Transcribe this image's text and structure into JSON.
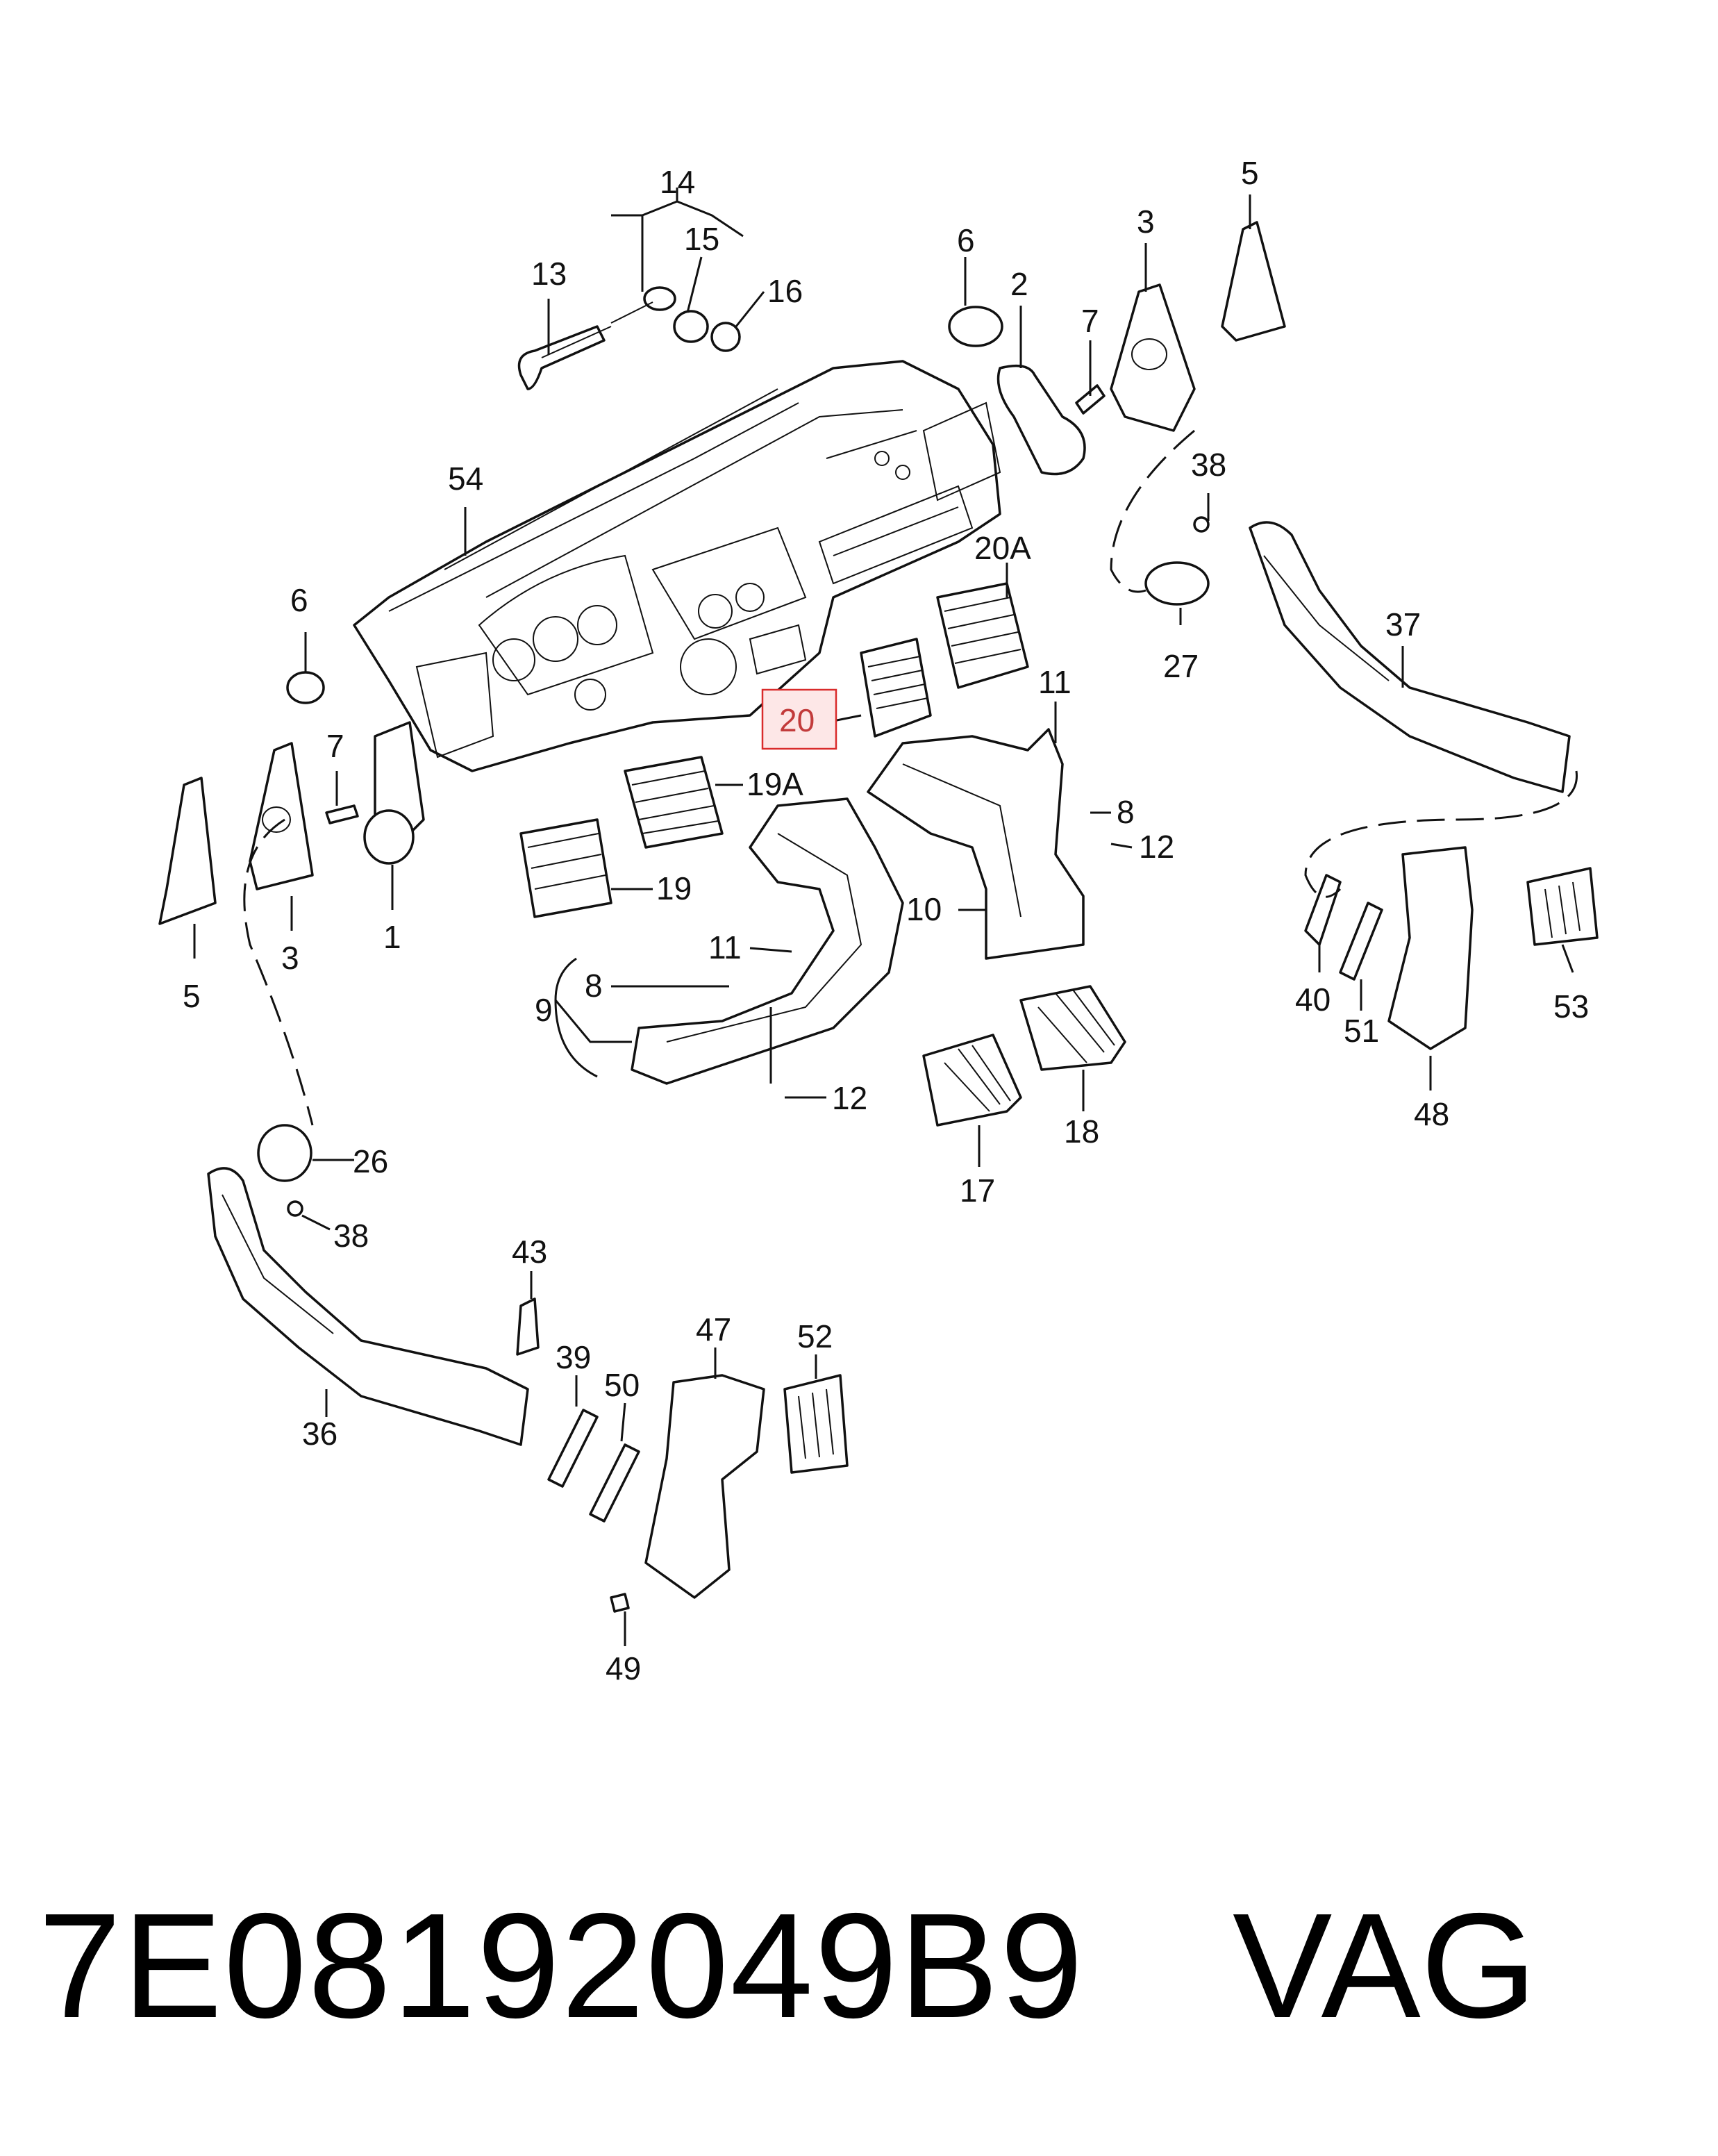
{
  "diagram": {
    "highlighted_callout": "20",
    "highlight_color": "#d92b2b",
    "callouts": {
      "c14": "14",
      "c15": "15",
      "c16": "16",
      "c13": "13",
      "c6a": "6",
      "c2": "2",
      "c7a": "7",
      "c3a": "3",
      "c5a": "5",
      "c54": "54",
      "c38a": "38",
      "c20A": "20A",
      "c37": "37",
      "c27": "27",
      "c6b": "6",
      "c11a": "11",
      "c20": "20",
      "c7b": "7",
      "c19A": "19A",
      "c8a": "8",
      "c12a": "12",
      "c19": "19",
      "c10": "10",
      "c5b": "5",
      "c3b": "3",
      "c1": "1",
      "c11b": "11",
      "c8b": "8",
      "c9": "9",
      "c12b": "12",
      "c40": "40",
      "c51": "51",
      "c53": "53",
      "c48": "48",
      "c17": "17",
      "c18": "18",
      "c26": "26",
      "c38b": "38",
      "c43": "43",
      "c36": "36",
      "c39": "39",
      "c50": "50",
      "c47": "47",
      "c52": "52",
      "c49": "49"
    }
  },
  "footer": {
    "part_number": "7E08192049B9",
    "brand": "VAG"
  }
}
